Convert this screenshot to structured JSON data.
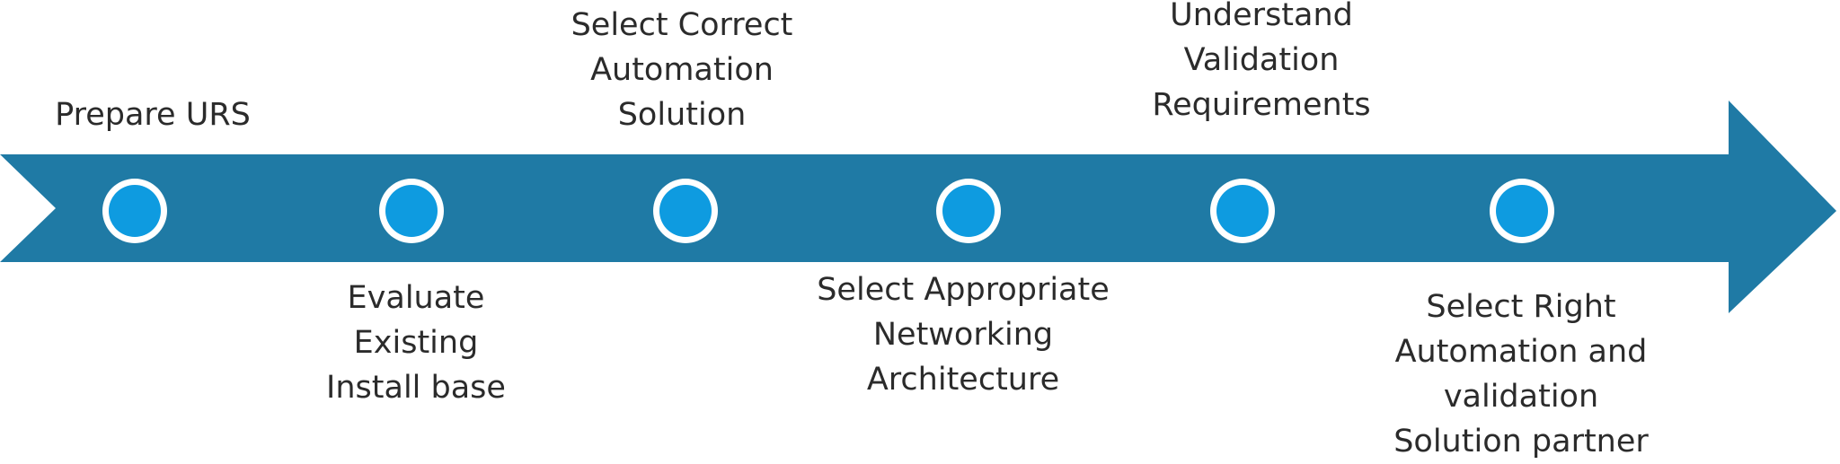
{
  "colors": {
    "arrow": "#1f7aa5",
    "node_fill": "#0e9be0",
    "node_ring": "#ffffff",
    "text": "#2b2b2b",
    "background": "#ffffff"
  },
  "steps": [
    {
      "label": "Prepare URS"
    },
    {
      "label": "Evaluate\nExisting\nInstall base"
    },
    {
      "label": "Select Correct\nAutomation\nSolution"
    },
    {
      "label": "Select Appropriate\nNetworking\nArchitecture"
    },
    {
      "label": "Understand\nValidation\nRequirements"
    },
    {
      "label": "Select Right\nAutomation and\nvalidation\nSolution partner"
    }
  ]
}
